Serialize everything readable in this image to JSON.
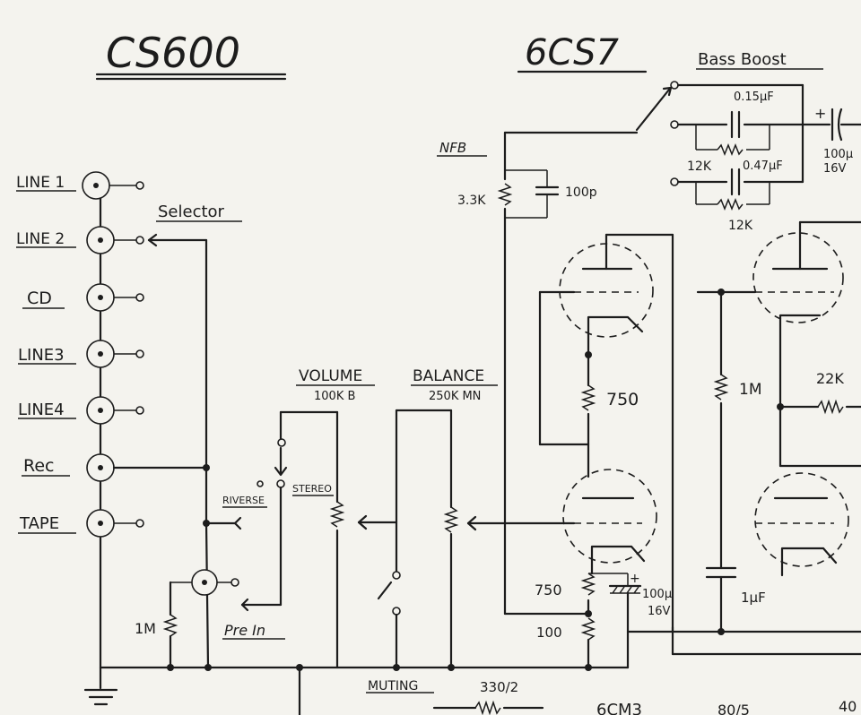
{
  "titles": {
    "left": "CS600",
    "right": "6CS7"
  },
  "bass_boost": {
    "title": "Bass Boost",
    "cap1": "0.15μF",
    "cap2": "0.47μF",
    "res1": "12K",
    "res2": "12K",
    "out_cap": "100μ",
    "out_cap_v": "16V",
    "plus": "+"
  },
  "nfb": {
    "label": "NFB",
    "res": "3.3K",
    "cap": "100p"
  },
  "inputs": [
    "LINE 1",
    "LINE 2",
    "CD",
    "LINE3",
    "LINE4",
    "Rec",
    "TAPE"
  ],
  "selector": "Selector",
  "volume": {
    "label": "VOLUME",
    "value": "100K B"
  },
  "balance": {
    "label": "BALANCE",
    "value": "250K MN"
  },
  "mode": {
    "reverse": "RIVERSE",
    "stereo": "STEREO"
  },
  "pre_in": "Pre In",
  "res_1m_left": "1M",
  "muting": "MUTING",
  "tube_stage": {
    "r750_top": "750",
    "r750_bottom": "750",
    "r100": "100",
    "cap100": "100μ",
    "cap100_v": "16V",
    "plus": "+",
    "r1m": "1M",
    "cap1": "1μF",
    "r22k": "22K"
  },
  "bottom": {
    "res330": "330/2",
    "tube": "6CM3",
    "partial_a": "80/5",
    "partial_b": "40"
  }
}
